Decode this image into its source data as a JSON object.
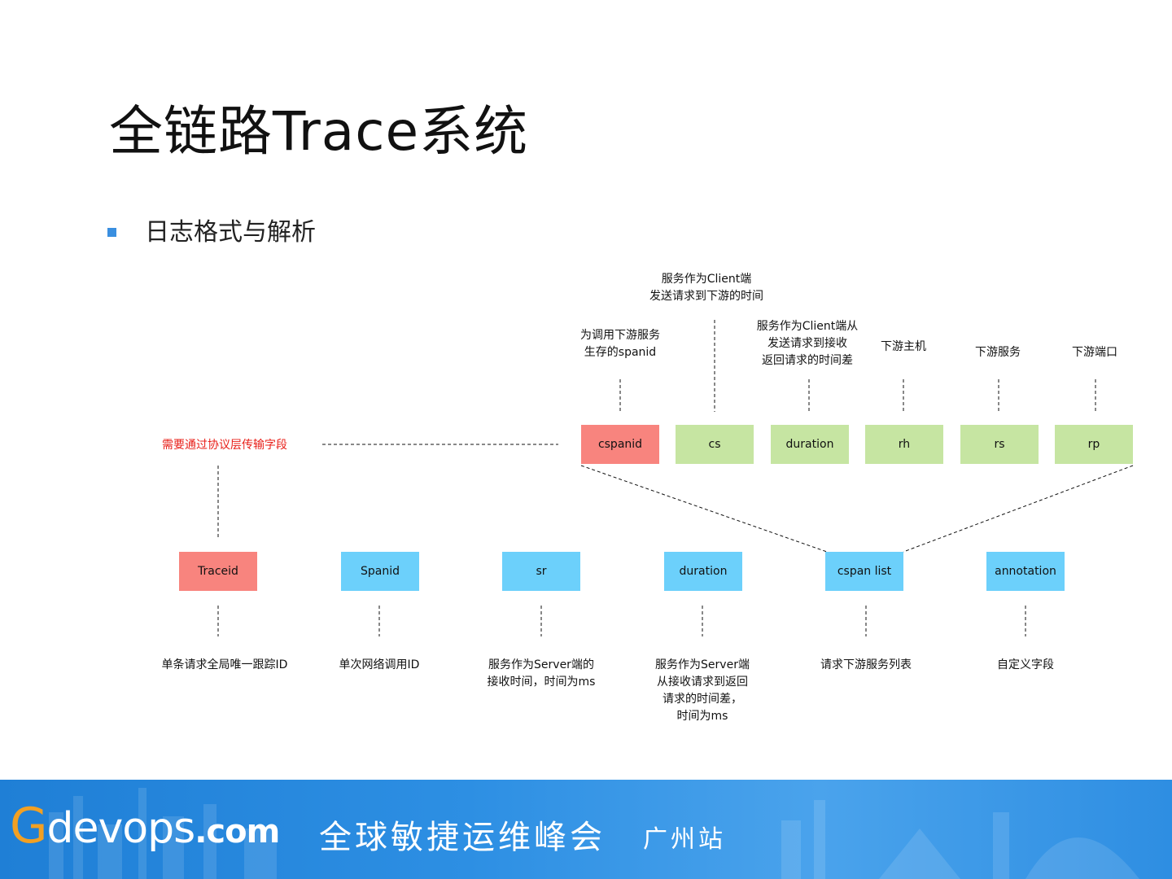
{
  "slide": {
    "title": "全链路Trace系统",
    "bullet": "日志格式与解析"
  },
  "diagram": {
    "transport_label": "需要通过协议层传输字段",
    "top_boxes": [
      {
        "label": "cspanid",
        "color": "#f8847e",
        "desc": "为调用下游服务\n生存的spanid"
      },
      {
        "label": "cs",
        "color": "#c6e5a2",
        "desc": "服务作为Client端\n发送请求到下游的时间"
      },
      {
        "label": "duration",
        "color": "#c6e5a2",
        "desc": "服务作为Client端从\n发送请求到接收\n返回请求的时间差"
      },
      {
        "label": "rh",
        "color": "#c6e5a2",
        "desc": "下游主机"
      },
      {
        "label": "rs",
        "color": "#c6e5a2",
        "desc": "下游服务"
      },
      {
        "label": "rp",
        "color": "#c6e5a2",
        "desc": "下游端口"
      }
    ],
    "bottom_boxes": [
      {
        "label": "Traceid",
        "color": "#f8847e",
        "desc": "单条请求全局唯一跟踪ID"
      },
      {
        "label": "Spanid",
        "color": "#6cd0fb",
        "desc": "单次网络调用ID"
      },
      {
        "label": "sr",
        "color": "#6cd0fb",
        "desc": "服务作为Server端的\n接收时间，时间为ms"
      },
      {
        "label": "duration",
        "color": "#6cd0fb",
        "desc": "服务作为Server端\n从接收请求到返回\n请求的时间差，\n时间为ms"
      },
      {
        "label": "cspan list",
        "color": "#6cd0fb",
        "desc": "请求下游服务列表"
      },
      {
        "label": "annotation",
        "color": "#6cd0fb",
        "desc": "自定义字段"
      }
    ]
  },
  "footer": {
    "brand_g": "G",
    "brand_rest": "devops",
    "brand_com": ".com",
    "conference": "全球敏捷运维峰会",
    "city": "广州站"
  }
}
